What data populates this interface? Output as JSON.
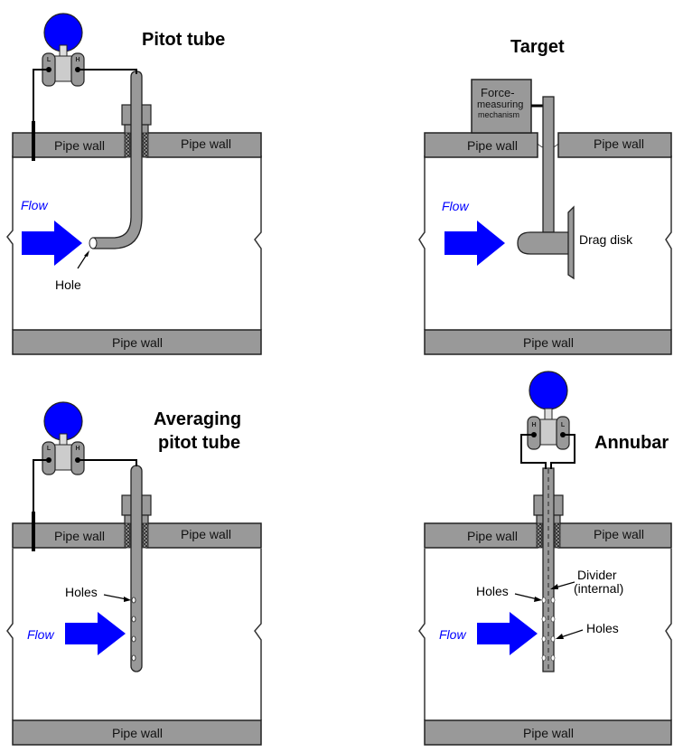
{
  "diagram": {
    "subject": "Flow measurement elements inserted into a pipe",
    "panels": [
      {
        "id": "pitot",
        "title": "Pitot tube",
        "wall_labels": [
          "Pipe wall",
          "Pipe wall",
          "Pipe wall"
        ],
        "flow_label": "Flow",
        "callouts": [
          "Hole"
        ],
        "transmitter_ports": [
          "L",
          "H"
        ]
      },
      {
        "id": "target",
        "title": "Target",
        "wall_labels": [
          "Pipe wall",
          "Pipe wall",
          "Pipe wall"
        ],
        "flow_label": "Flow",
        "mechanism_label": [
          "Force-",
          "measuring",
          "mechanism"
        ],
        "callouts": [
          "Drag disk"
        ]
      },
      {
        "id": "averaging",
        "title_lines": [
          "Averaging",
          "pitot tube"
        ],
        "wall_labels": [
          "Pipe wall",
          "Pipe wall",
          "Pipe wall"
        ],
        "flow_label": "Flow",
        "callouts": [
          "Holes"
        ],
        "transmitter_ports": [
          "L",
          "H"
        ]
      },
      {
        "id": "annubar",
        "title": "Annubar",
        "wall_labels": [
          "Pipe wall",
          "Pipe wall",
          "Pipe wall"
        ],
        "flow_label": "Flow",
        "callouts": [
          "Holes",
          "Divider",
          "(internal)",
          "Holes"
        ],
        "transmitter_ports": [
          "H",
          "L"
        ]
      }
    ],
    "colors": {
      "flow_arrow": "#0000ff",
      "transmitter_head": "#0000ff",
      "wall": "#999999",
      "tube": "#999999"
    }
  }
}
